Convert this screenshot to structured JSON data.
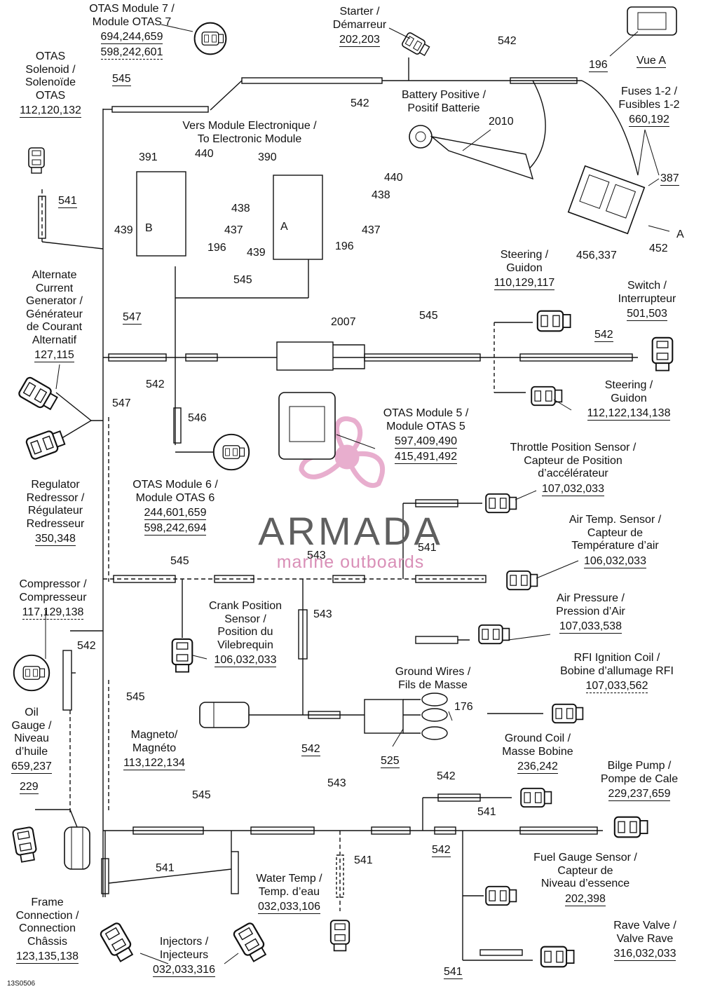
{
  "labels": {
    "otas7": {
      "name": "OTAS Module 7 /\nModule OTAS 7",
      "nums": [
        "694,244,659",
        "598,242,601"
      ]
    },
    "starter": {
      "name": "Starter /\nDémarreur",
      "nums": [
        "202,203"
      ]
    },
    "vueA": {
      "name": "Vue A"
    },
    "otas_solenoid": {
      "name": "OTAS\nSolenoid /\nSolenoïde\nOTAS",
      "nums": [
        "112,120,132"
      ]
    },
    "battery": {
      "name": "Battery Positive /\nPositif Batterie"
    },
    "fuses": {
      "name": "Fuses 1-2 /\nFusibles 1-2",
      "nums": [
        "660,192"
      ]
    },
    "vers_module": {
      "name": "Vers Module Electronique /\nTo Electronic Module"
    },
    "alt_gen": {
      "name": "Alternate\nCurrent\nGenerator /\nGénérateur\nde Courant\nAlternatif",
      "nums": [
        "127,115"
      ]
    },
    "steering1": {
      "name": "Steering /\nGuidon",
      "nums": [
        "110,129,117"
      ]
    },
    "switch": {
      "name": "Switch /\nInterrupteur",
      "nums": [
        "501,503"
      ]
    },
    "steering2": {
      "name": "Steering /\nGuidon",
      "nums": [
        "112,122,134,138"
      ]
    },
    "otas5": {
      "name": "OTAS Module 5 /\nModule OTAS 5",
      "nums": [
        "597,409,490",
        "415,491,492"
      ]
    },
    "regulator": {
      "name": "Regulator\nRedressor /\nRégulateur\nRedresseur",
      "nums": [
        "350,348"
      ]
    },
    "otas6": {
      "name": "OTAS Module 6 /\nModule OTAS 6",
      "nums": [
        "244,601,659",
        "598,242,694"
      ]
    },
    "tps": {
      "name": "Throttle Position Sensor /\nCapteur de Position\nd’accélérateur",
      "nums": [
        "107,032,033"
      ]
    },
    "air_temp": {
      "name": "Air Temp. Sensor /\nCapteur de\nTempérature d’air",
      "nums": [
        "106,032,033"
      ]
    },
    "compressor": {
      "name": "Compressor /\nCompresseur",
      "nums": [
        "117,129,138"
      ]
    },
    "crank": {
      "name": "Crank Position\nSensor /\nPosition du\nVilebrequin",
      "nums": [
        "106,032,033"
      ]
    },
    "air_pressure": {
      "name": "Air Pressure /\nPression d’Air",
      "nums": [
        "107,033,538"
      ]
    },
    "rfi": {
      "name": "RFI Ignition Coil /\nBobine d’allumage RFI",
      "nums": [
        "107,033,562"
      ]
    },
    "ground_wires": {
      "name": "Ground Wires /\nFils de Masse"
    },
    "oil_gauge": {
      "name": "Oil\nGauge /\nNiveau\nd’huile",
      "nums": [
        "659,237"
      ]
    },
    "magneto": {
      "name": "Magneto/\nMagnéto",
      "nums": [
        "113,122,134"
      ]
    },
    "ground_coil": {
      "name": "Ground Coil /\nMasse Bobine",
      "nums": [
        "236,242"
      ]
    },
    "bilge": {
      "name": "Bilge Pump /\nPompe de Cale",
      "nums": [
        "229,237,659"
      ]
    },
    "water_temp": {
      "name": "Water Temp /\nTemp. d’eau",
      "nums": [
        "032,033,106"
      ]
    },
    "fuel_gauge": {
      "name": "Fuel Gauge Sensor /\nCapteur de\nNiveau d’essence",
      "nums": [
        "202,398"
      ]
    },
    "frame": {
      "name": "Frame\nConnection /\nConnection\nChâssis",
      "nums": [
        "123,135,138"
      ]
    },
    "injectors": {
      "name": "Injectors /\nInjecteurs",
      "nums": [
        "032,033,316"
      ]
    },
    "rave": {
      "name": "Rave Valve /\nValve Rave",
      "nums": [
        "316,032,033"
      ]
    }
  },
  "refs": [
    "545",
    "542",
    "542",
    "196",
    "387",
    "A",
    "2010",
    "391",
    "440",
    "390",
    "440",
    "438",
    "438",
    "437",
    "437",
    "439",
    "196",
    "439",
    "196",
    "B",
    "A",
    "456,337",
    "452",
    "541",
    "545",
    "547",
    "2007",
    "545",
    "542",
    "542",
    "547",
    "546",
    "545",
    "541",
    "543",
    "543",
    "542",
    "545",
    "176",
    "525",
    "542",
    "229",
    "542",
    "543",
    "541",
    "545",
    "541",
    "541",
    "542",
    "541"
  ],
  "watermark": {
    "brand": "ARMADA",
    "tagline": "marine outboards",
    "brand_color": "#5f5f5f",
    "tagline_color": "#d98fb7",
    "logo_color": "#e6a6c9"
  },
  "diagram_code": "13S0506"
}
